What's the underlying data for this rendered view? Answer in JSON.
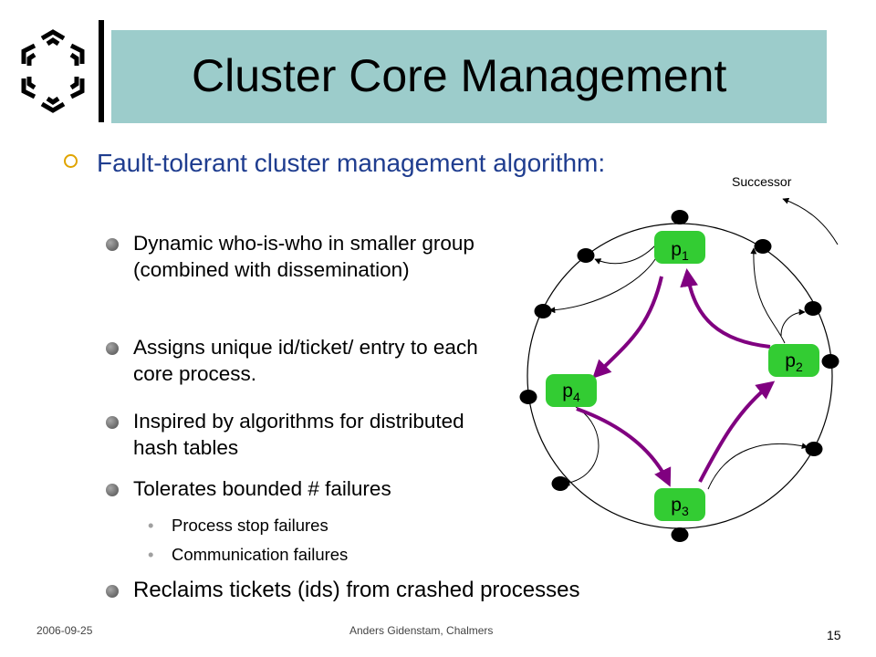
{
  "title": "Cluster Core  Management",
  "main_bullet": "Fault-tolerant cluster management algorithm:",
  "sub_bullets": [
    "Dynamic who-is-who in smaller group (combined with dissemination)",
    "Assigns unique id/ticket/ entry to each core process.",
    "Inspired by algorithms for distributed hash tables",
    "Tolerates bounded # failures",
    "Reclaims tickets (ids) from crashed processes"
  ],
  "sub_sub_bullets": [
    "Process stop failures",
    "Communication failures"
  ],
  "diagram": {
    "successor_label": "Successor",
    "nodes": [
      {
        "base": "p",
        "sub": "1"
      },
      {
        "base": "p",
        "sub": "2"
      },
      {
        "base": "p",
        "sub": "3"
      },
      {
        "base": "p",
        "sub": "4"
      }
    ],
    "colors": {
      "node_fill": "#33cc33",
      "core_arrow": "#800080",
      "accent_bar": "#9ccccb"
    }
  },
  "footer": {
    "date": "2006-09-25",
    "author": "Anders Gidenstam, Chalmers",
    "page": "15"
  }
}
